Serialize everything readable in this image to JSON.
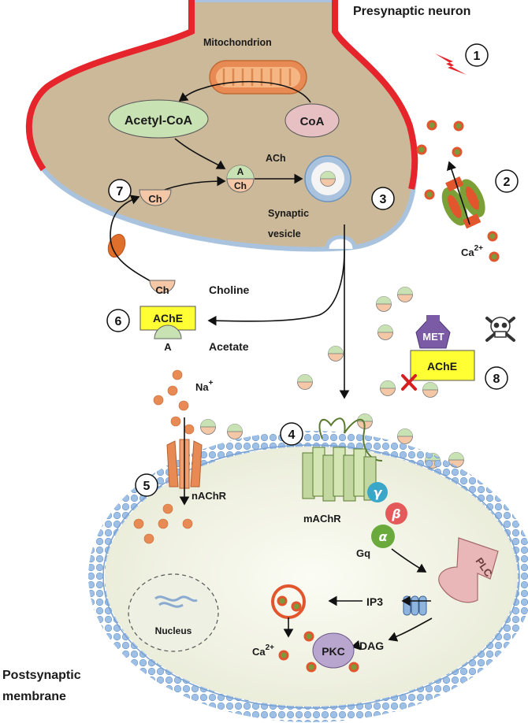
{
  "labels": {
    "presynaptic_neuron": "Presynaptic neuron",
    "mitochondrion": "Mitochondrion",
    "acetyl_coa": "Acetyl-CoA",
    "coa": "CoA",
    "ach": "ACh",
    "a": "A",
    "ch": "Ch",
    "synaptic_vesicle_1": "Synaptic",
    "synaptic_vesicle_2": "vesicle",
    "calcium_ion": "Ca",
    "calcium_charge": "2+",
    "choline": "Choline",
    "ache": "AChE",
    "acetate": "Acetate",
    "met": "MET",
    "sodium_ion": "Na",
    "sodium_charge": "+",
    "nachr": "nAChR",
    "machr": "mAChR",
    "gq": "Gq",
    "gamma": "γ",
    "beta": "β",
    "alpha": "α",
    "plc": "PLC",
    "ip3": "IP3",
    "dag": "DAG",
    "pkc": "PKC",
    "nucleus": "Nucleus",
    "postsynaptic_1": "Postsynaptic",
    "postsynaptic_2": "membrane"
  },
  "steps": [
    "1",
    "2",
    "3",
    "4",
    "5",
    "6",
    "7",
    "8"
  ],
  "colors": {
    "neuron_fill": "#cbb99a",
    "neuron_edge_red": "#e5242b",
    "neuron_edge_blue": "#a9c3de",
    "green_pill": "#c8e2b4",
    "peach": "#f4c7a6",
    "ache_yellow": "#ffff33",
    "met_purple": "#7b5aa6",
    "orange": "#e88a54",
    "ion_red": "#e2562e",
    "ion_green": "#7a9a3c",
    "cell_fill": "#f2f3e6",
    "membrane_blue": "#8fb4de",
    "receptor_green": "#c3d8a0",
    "plc_pink": "#e9b7b7",
    "pkc_purple": "#b9a6cf"
  }
}
